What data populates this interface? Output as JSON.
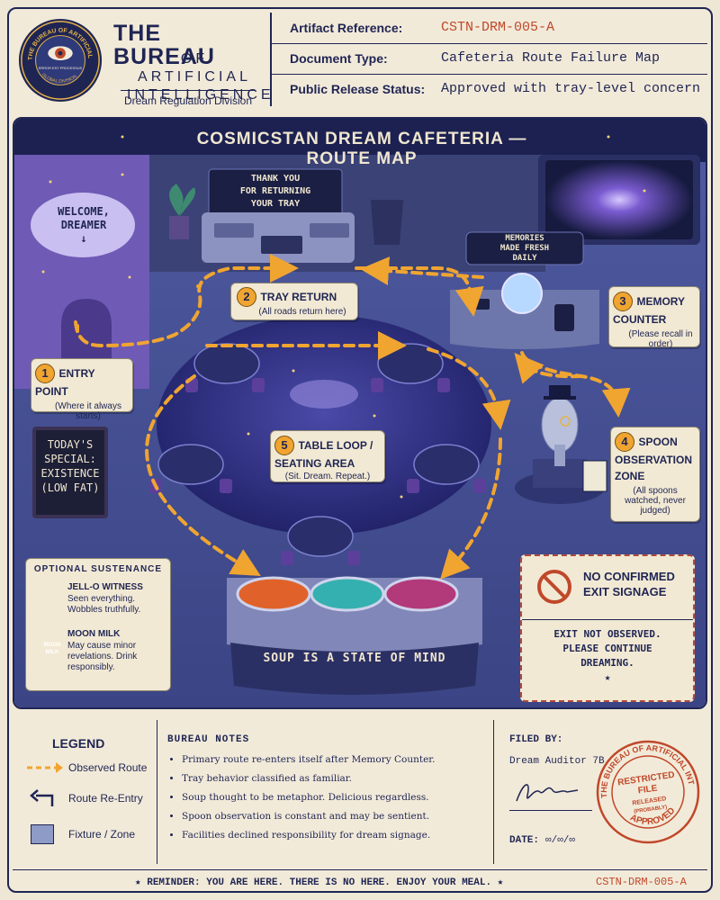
{
  "header": {
    "bureau_title": "THE BUREAU",
    "bureau_subtitle": "OF ARTIFICIAL INTELLIGENCE",
    "bureau_division": "Dream Regulation Division",
    "seal_text": "THE BUREAU OF ARTIFICIAL INTELLIGENCE",
    "seal_bottom": "GLOBAL DIVISION",
    "seal_center": "ERROR EST PROCESSUS",
    "rows": [
      {
        "label": "Artifact Reference:",
        "value": "CSTN-DRM-005-A",
        "accent": "#c0482a"
      },
      {
        "label": "Document Type:",
        "value": "Cafeteria Route Failure Map",
        "accent": "#1f2553"
      },
      {
        "label": "Public Release Status:",
        "value": "Approved with tray-level concern",
        "accent": "#1f2553"
      }
    ]
  },
  "map": {
    "banner": "COSMICSTAN DREAM CAFETERIA — ROUTE MAP",
    "welcome_sign": [
      "WELCOME,",
      "DREAMER",
      "↓"
    ],
    "tray_sign": [
      "THANK YOU",
      "FOR RETURNING",
      "YOUR TRAY"
    ],
    "memories_sign": [
      "MEMORIES",
      "MADE FRESH",
      "DAILY"
    ],
    "chalkboard": [
      "TODAY'S",
      "SPECIAL:",
      "EXISTENCE",
      "(LOW FAT)"
    ],
    "soup_banner": "SOUP IS A STATE OF MIND",
    "callouts": [
      {
        "num": "1",
        "title": "ENTRY POINT",
        "sub": "(Where it always starts)"
      },
      {
        "num": "2",
        "title": "TRAY RETURN",
        "sub": "(All roads return here)"
      },
      {
        "num": "3",
        "title": "MEMORY COUNTER",
        "sub": "(Please recall in order)"
      },
      {
        "num": "4",
        "title": "SPOON OBSERVATION ZONE",
        "sub": "(All spoons watched, never judged)"
      },
      {
        "num": "5",
        "title": "TABLE LOOP / SEATING AREA",
        "sub": "(Sit. Dream. Repeat.)"
      }
    ],
    "sustenance": {
      "heading": "OPTIONAL SUSTENANCE",
      "items": [
        {
          "name": "JELL-O WITNESS",
          "desc": "Seen everything. Wobbles truthfully."
        },
        {
          "name": "MOON MILK",
          "desc": "May cause minor revelations. Drink responsibly.",
          "label": "MOON MILK"
        }
      ]
    },
    "exit_sign": {
      "title": "NO CONFIRMED EXIT SIGNAGE",
      "body": [
        "EXIT NOT OBSERVED.",
        "PLEASE CONTINUE",
        "DREAMING."
      ],
      "star": "★"
    }
  },
  "legend": {
    "heading": "LEGEND",
    "items": [
      {
        "label": "Observed Route",
        "icon": "dashed-arrow-icon"
      },
      {
        "label": "Route Re-Entry",
        "icon": "return-arrow-icon"
      },
      {
        "label": "Fixture / Zone",
        "icon": "zone-swatch-icon"
      }
    ]
  },
  "notes": {
    "heading": "BUREAU NOTES",
    "items": [
      "Primary route re-enters itself after Memory Counter.",
      "Tray behavior classified as familiar.",
      "Soup thought to be metaphor. Delicious regardless.",
      "Spoon observation is constant and may be sentient.",
      "Facilities declined responsibility for dream signage."
    ]
  },
  "filed": {
    "label": "FILED BY:",
    "name": "Dream Auditor 7B",
    "date_label": "DATE:",
    "date_value": "∞/∞/∞",
    "stamp_ring": "THE BUREAU OF ARTIFICIAL INTELLIGENCE",
    "stamp_bottom": "APPROVED",
    "stamp_lines": [
      "RESTRICTED",
      "FILE",
      "RELEASED",
      "(PROBABLY)"
    ]
  },
  "footer": {
    "reminder": "★  REMINDER: YOU ARE HERE. THERE IS NO HERE. ENJOY YOUR MEAL.  ★",
    "ref": "CSTN-DRM-005-A"
  },
  "colors": {
    "navy": "#1f2553",
    "route": "#f0a531",
    "stamp": "#c0482a",
    "paper": "#f2ead9"
  }
}
